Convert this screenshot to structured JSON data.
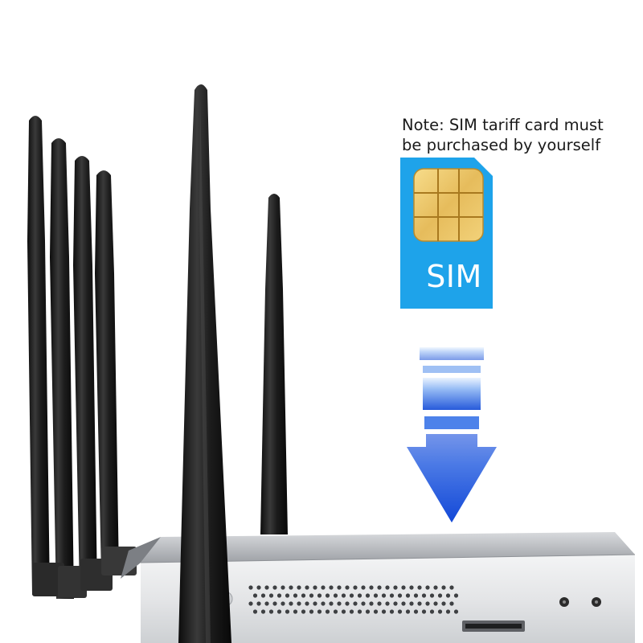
{
  "note": {
    "line1": "Note: SIM tariff card must",
    "line2": "be purchased by yourself"
  },
  "sim_card": {
    "label": "SIM",
    "color": "#1ea3ea",
    "chip_color": "#e9c468",
    "icon": "sim-card-icon"
  },
  "arrow": {
    "icon": "arrow-down-icon",
    "color": "#1a5ee0"
  },
  "router": {
    "icon": "router-icon",
    "body_color": "#a9acb1",
    "antenna_color": "#1b1b1b"
  }
}
